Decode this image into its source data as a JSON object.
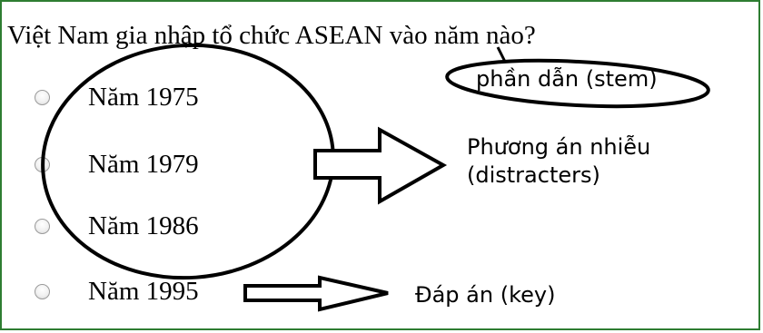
{
  "question": {
    "text": "Việt Nam gia nhập tổ chức ASEAN vào năm nào?"
  },
  "options": [
    {
      "label": "Năm 1975"
    },
    {
      "label": "Năm 1979"
    },
    {
      "label": "Năm 1986"
    },
    {
      "label": "Năm 1995"
    }
  ],
  "annotations": {
    "stem": "phần dẫn (stem)",
    "distracters_line1": "Phương án nhiễu",
    "distracters_line2": "(distracters)",
    "key": "Đáp án (key)"
  },
  "colors": {
    "frame_border": "#2e7d32",
    "ink": "#000000",
    "radio_border": "#9a9a9a"
  }
}
